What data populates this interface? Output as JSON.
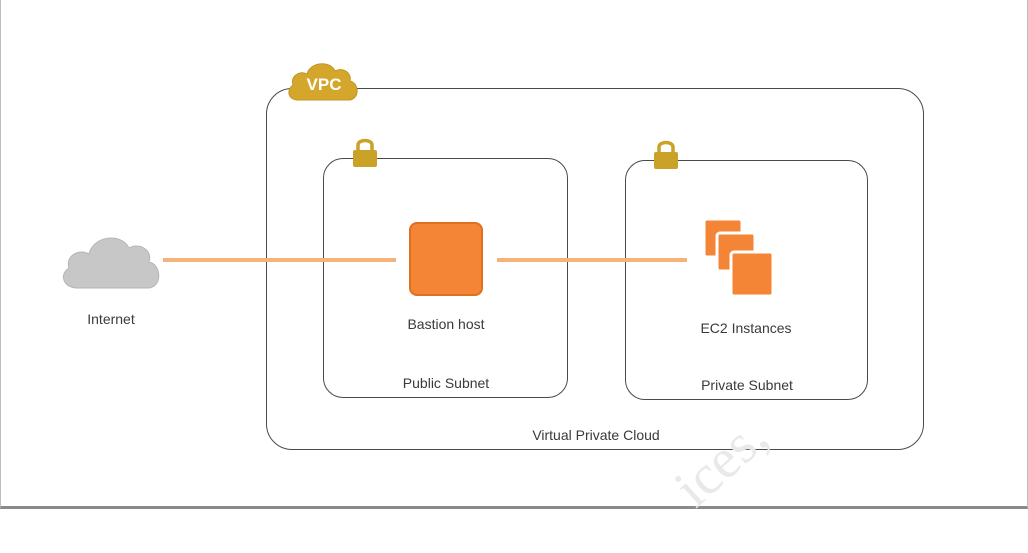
{
  "diagram": {
    "vpc_badge": "VPC",
    "internet_label": "Internet",
    "bastion_label": "Bastion host",
    "ec2_label": "EC2 Instances",
    "public_subnet_label": "Public Subnet",
    "private_subnet_label": "Private Subnet",
    "vpc_label": "Virtual Private Cloud",
    "watermark": "ices,"
  },
  "colors": {
    "orange": "#f58536",
    "connector": "#f5b27a",
    "lock_gold": "#c9a227",
    "cloud_gray": "#c7c7c7"
  },
  "icons": [
    "cloud-icon",
    "vpc-cloud-icon",
    "lock-icon",
    "instance-icon",
    "instances-stack-icon"
  ]
}
